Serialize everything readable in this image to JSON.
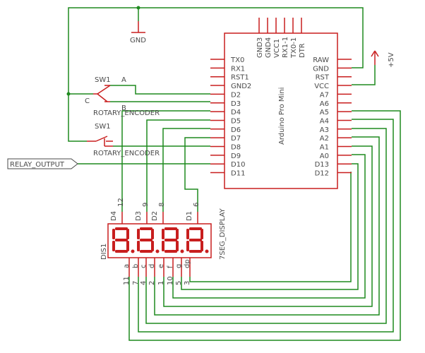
{
  "gnd_symbol": {
    "label": "GND"
  },
  "power_symbol": {
    "label": "+5V"
  },
  "switch_top": {
    "name": "SW1",
    "value": "ROTARY_ENCODER",
    "pin_a": "A",
    "pin_b": "B",
    "pin_c": "C"
  },
  "switch_bottom": {
    "name": "SW1",
    "value": "ROTARY_ENCODER"
  },
  "relay_port": {
    "label": "RELAY_OUTPUT"
  },
  "arduino": {
    "name": "Arduino Pro Mini",
    "top_pins": [
      "GND3",
      "GND4",
      "VCC1",
      "RX1-1",
      "TX0-1",
      "DTR"
    ],
    "left_pins": [
      "TX0",
      "RX1",
      "RST1",
      "GND2",
      "D2",
      "D3",
      "D4",
      "D5",
      "D6",
      "D7",
      "D8",
      "D9",
      "D10",
      "D11"
    ],
    "right_pins": [
      "RAW",
      "GND",
      "RST",
      "VCC",
      "A7",
      "A6",
      "A5",
      "A4",
      "A3",
      "A2",
      "A1",
      "A0",
      "D13",
      "D12"
    ]
  },
  "display": {
    "name": "DIS1",
    "value": "7SEG_DISPLAY",
    "top_pins": [
      {
        "name": "D4",
        "num": "12"
      },
      {
        "name": "D3",
        "num": "9"
      },
      {
        "name": "D2",
        "num": "8"
      },
      {
        "name": "D1",
        "num": "6"
      }
    ],
    "bottom_pins": [
      {
        "name": "a",
        "num": "11"
      },
      {
        "name": "b",
        "num": "7"
      },
      {
        "name": "c",
        "num": "4"
      },
      {
        "name": "d",
        "num": "2"
      },
      {
        "name": "e",
        "num": "1"
      },
      {
        "name": "f",
        "num": "10"
      },
      {
        "name": "g",
        "num": "5"
      },
      {
        "name": "dp",
        "num": "3"
      }
    ]
  }
}
